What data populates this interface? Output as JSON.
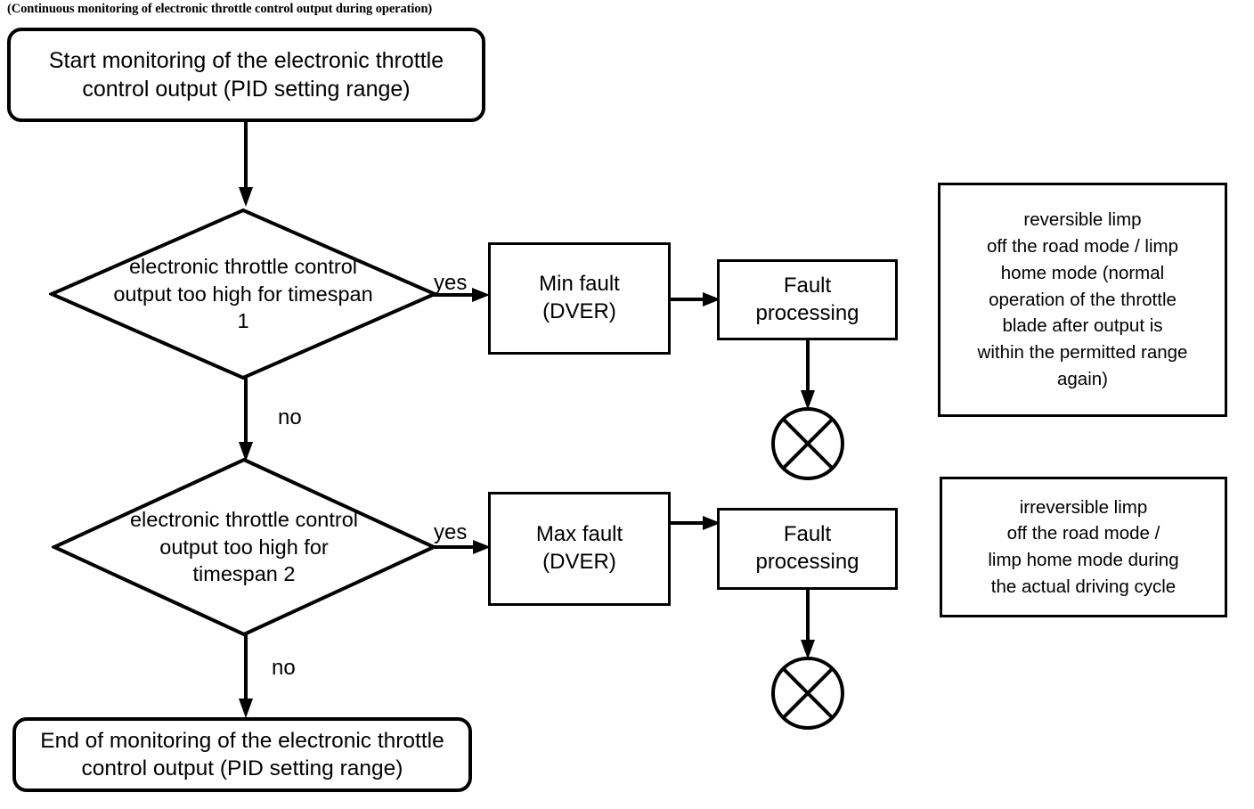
{
  "caption": "(Continuous monitoring of electronic throttle control output during operation)",
  "nodes": {
    "start": {
      "label": "Start monitoring of the electronic throttle\ncontrol output (PID setting range)",
      "shape": "rounded-rectangle"
    },
    "decision1": {
      "label": "electronic throttle control\noutput too high for timespan\n1",
      "shape": "diamond"
    },
    "decision2": {
      "label": "electronic throttle control\noutput too high for\ntimespan 2",
      "shape": "diamond"
    },
    "min_fault": {
      "label": "Min fault\n(DVER)",
      "shape": "rectangle"
    },
    "max_fault": {
      "label": "Max fault\n(DVER)",
      "shape": "rectangle"
    },
    "fault_processing_1": {
      "label": "Fault\nprocessing",
      "shape": "rectangle"
    },
    "fault_processing_2": {
      "label": "Fault\nprocessing",
      "shape": "rectangle"
    },
    "end": {
      "label": "End of monitoring of the electronic throttle\ncontrol output (PID setting range)",
      "shape": "rounded-rectangle"
    }
  },
  "notes": {
    "reversible": "reversible limp\noff the road mode / limp\nhome mode (normal\noperation of the throttle\nblade after output is\nwithin the permitted range\nagain)",
    "irreversible": "irreversible limp\noff the road mode /\nlimp home mode during\nthe actual driving cycle"
  },
  "edge_labels": {
    "yes_1": "yes",
    "no_1": "no",
    "yes_2": "yes",
    "no_2": "no"
  },
  "terminators": {
    "stop_1": "circled-x-terminator",
    "stop_2": "circled-x-terminator"
  },
  "colors": {
    "stroke": "#000000",
    "fill": "#ffffff",
    "text": "#000000"
  }
}
